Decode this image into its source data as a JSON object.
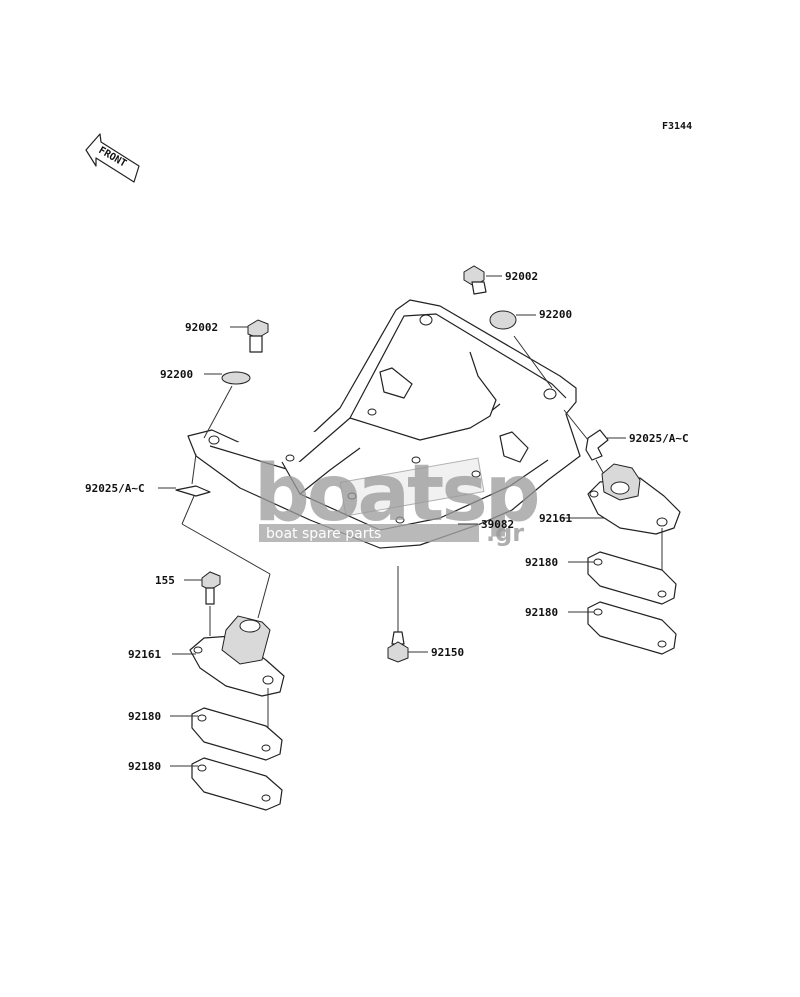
{
  "figure_code": "F3144",
  "front_label": "FRONT",
  "watermark": {
    "brand": "boatsp",
    "suffix": ".gr",
    "tagline": "boat spare parts"
  },
  "parts": {
    "bolt_right": "92002",
    "washer_right": "92200",
    "bolt_left": "92002",
    "washer_left": "92200",
    "clip_right": "92025/A~C",
    "clip_left": "92025/A~C",
    "bracket": "39082",
    "mount_right": "92161",
    "shim_right_1": "92180",
    "shim_right_2": "92180",
    "screw_155": "155",
    "mount_left": "92161",
    "bolt_bottom": "92150",
    "shim_left_1": "92180",
    "shim_left_2": "92180"
  }
}
